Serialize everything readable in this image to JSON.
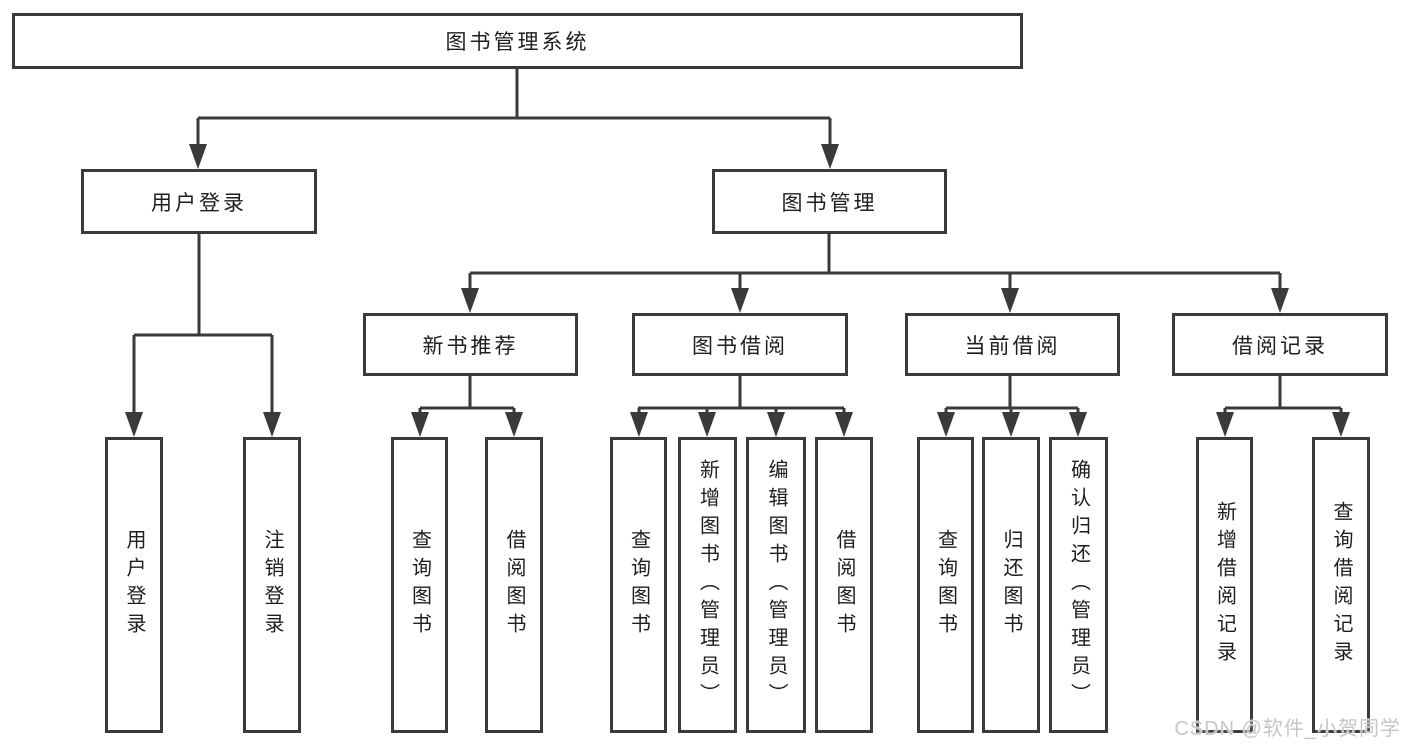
{
  "tree": {
    "root": {
      "label": "图书管理系统"
    },
    "level2": [
      {
        "label": "用户登录",
        "children": [
          {
            "label": "用户登录"
          },
          {
            "label": "注销登录"
          }
        ]
      },
      {
        "label": "图书管理",
        "groups": [
          {
            "label": "新书推荐",
            "children": [
              {
                "label": "查询图书"
              },
              {
                "label": "借阅图书"
              }
            ]
          },
          {
            "label": "图书借阅",
            "children": [
              {
                "label": "查询图书"
              },
              {
                "label": "新增图书（管理员）"
              },
              {
                "label": "编辑图书（管理员）"
              },
              {
                "label": "借阅图书"
              }
            ]
          },
          {
            "label": "当前借阅",
            "children": [
              {
                "label": "查询图书"
              },
              {
                "label": "归还图书"
              },
              {
                "label": "确认归还（管理员）"
              }
            ]
          },
          {
            "label": "借阅记录",
            "children": [
              {
                "label": "新增借阅记录"
              },
              {
                "label": "查询借阅记录"
              }
            ]
          }
        ]
      }
    ]
  },
  "watermark": {
    "text": "CSDN @软件_小贺同学"
  },
  "colors": {
    "line": "#3a3a3a",
    "text": "#1e1e1e",
    "watermark": "#c6c6c6",
    "background": "#ffffff"
  }
}
